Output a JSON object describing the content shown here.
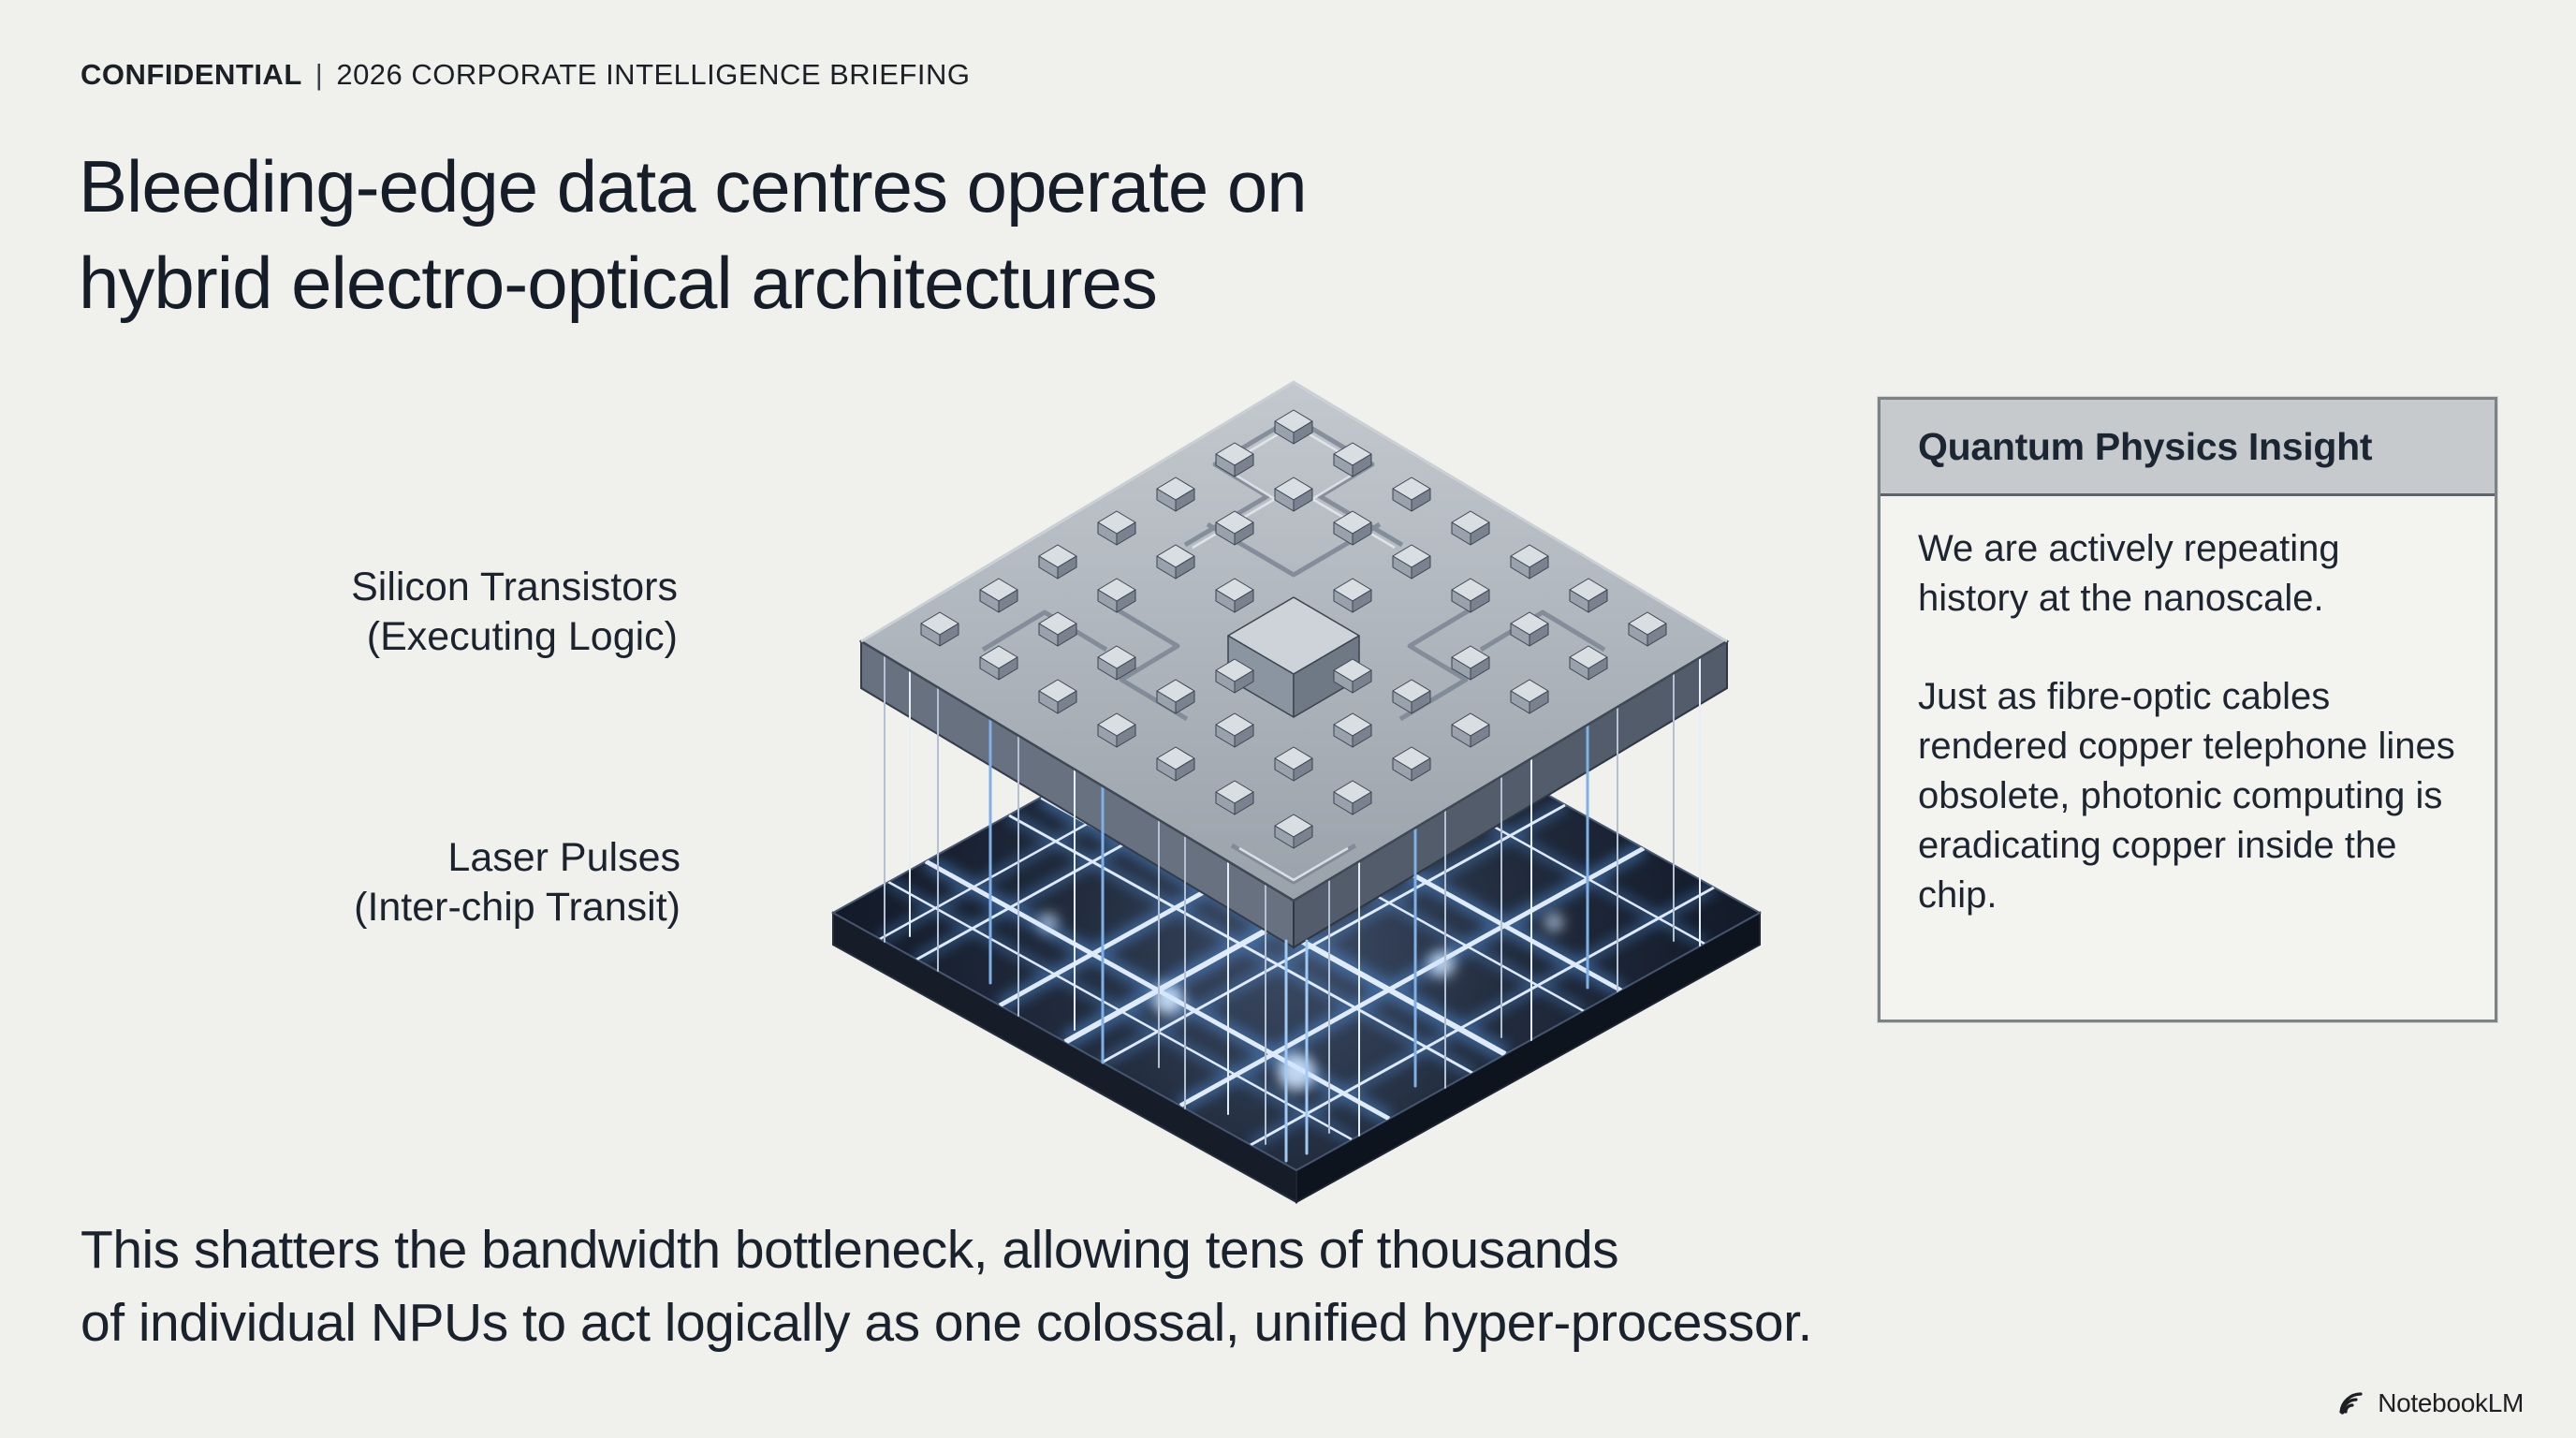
{
  "page": {
    "background": "#f0f0ec",
    "accent_dark": "#151d28"
  },
  "eyebrow": {
    "confidential": "CONFIDENTIAL",
    "separator": "|",
    "briefing": "2026 CORPORATE INTELLIGENCE BRIEFING"
  },
  "title": {
    "line1": "Bleeding-edge data centres operate on",
    "line2": "hybrid electro-optical architectures"
  },
  "diagram": {
    "labels": [
      {
        "line1": "Silicon Transistors",
        "line2": "(Executing Logic)"
      },
      {
        "line1": "Laser Pulses",
        "line2": "(Inter-chip Transit)"
      }
    ],
    "colors": {
      "chip_top": "#b4bac2",
      "chip_side": "#5d6775",
      "board_top": "#222c3e",
      "laser_glow": "#5c9be0",
      "laser_core": "#e9f3ff"
    }
  },
  "insight_box": {
    "title": "Quantum Physics Insight",
    "paragraph1": "We are actively repeating history at the nanoscale.",
    "paragraph2": "Just as fibre-optic cables rendered copper telephone lines obsolete, photonic computing is eradicating copper inside the chip.",
    "header_bg": "#c6cacc"
  },
  "footer": {
    "line1": "This shatters the bandwidth bottleneck, allowing tens of thousands",
    "line2": "of individual NPUs to act logically as one colossal, unified hyper-processor."
  },
  "branding": {
    "logo_text": "NotebookLM"
  }
}
